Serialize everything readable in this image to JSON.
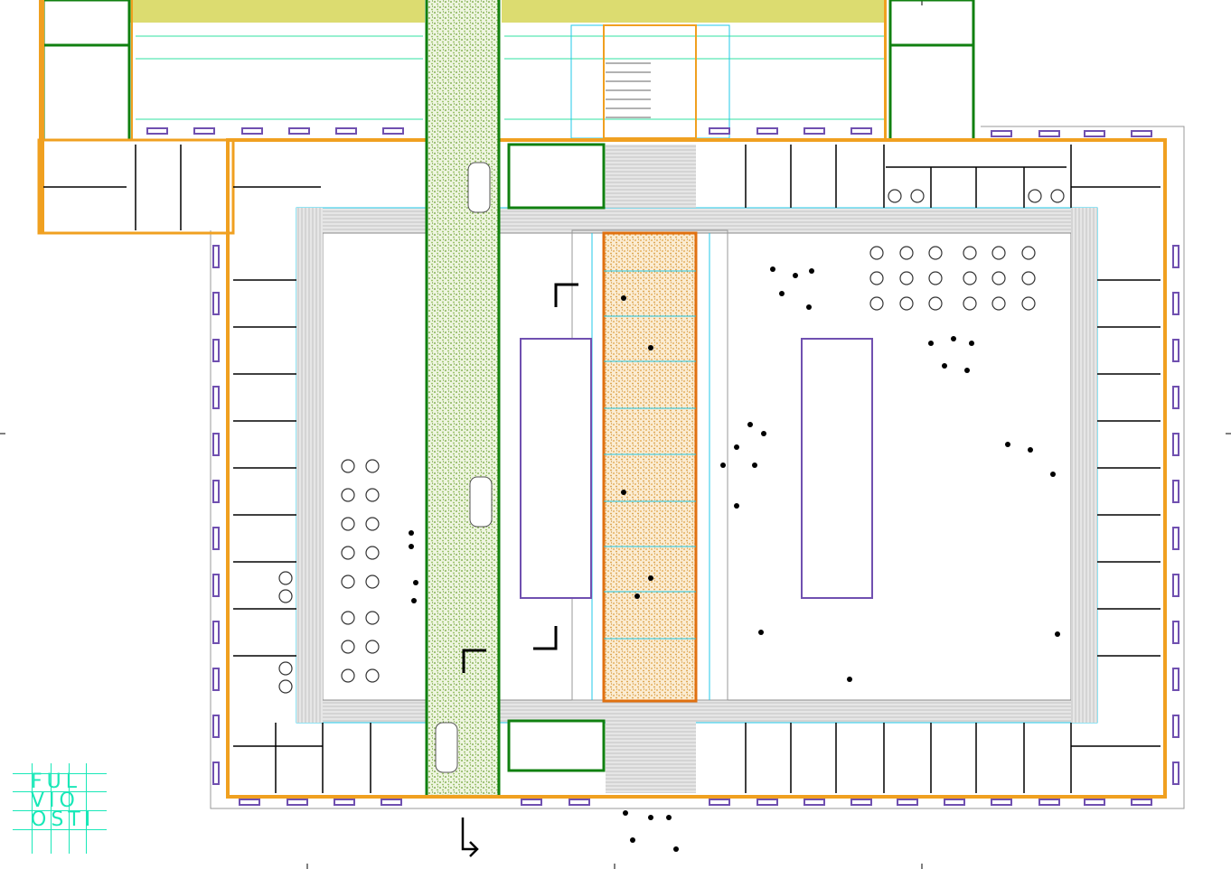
{
  "drawing": {
    "type": "architectural floor plan",
    "colors": {
      "wall": "#000000",
      "facade": "#f0a020",
      "green_wall": "#108010",
      "courtyard_green": "#7ab040",
      "paving_orange": "#e8b060",
      "roof_yellow": "#dcdc70",
      "glass_cyan": "#20c8e8",
      "window_purple": "#7050b0",
      "corridor_grey": "#c8c8c8"
    }
  },
  "logo": {
    "line1": "FUL",
    "line2": "VIO",
    "line3": "OSTI"
  }
}
